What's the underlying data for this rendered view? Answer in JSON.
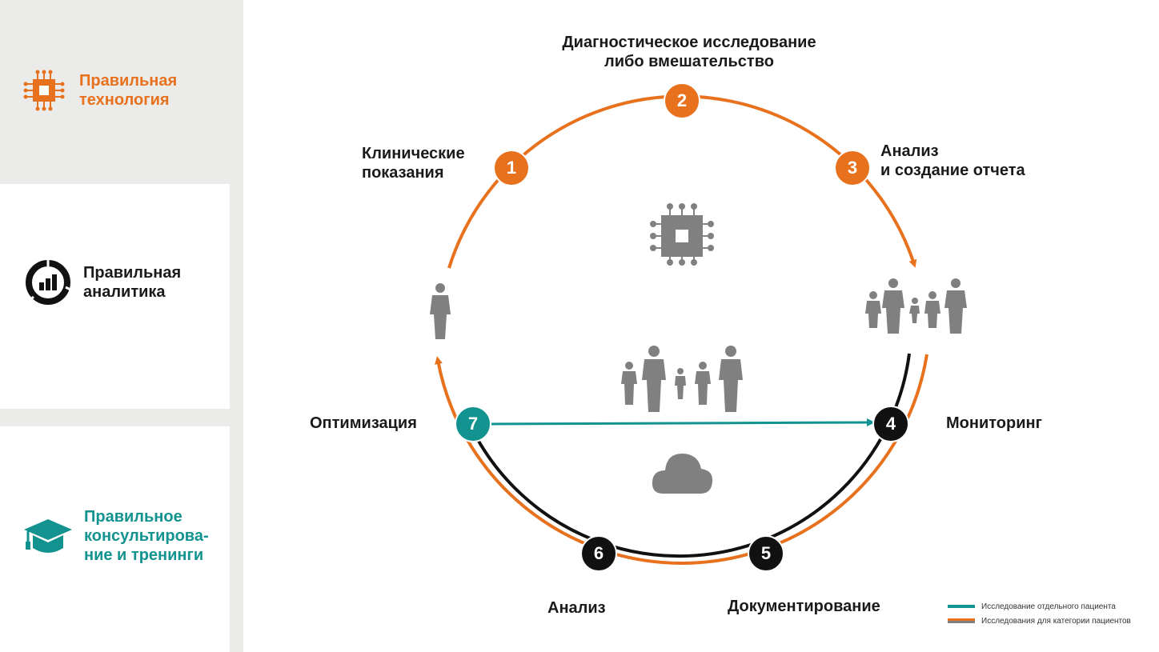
{
  "sidebar": {
    "items": [
      {
        "label": "Правильная\nтехнология",
        "color": "#e8711e",
        "icon": "chip-icon"
      },
      {
        "label": "Правильная\nаналитика",
        "color": "#1a1a1a",
        "icon": "analytics-icon"
      },
      {
        "label": "Правильное\nконсультирова-\nние и тренинги",
        "color": "#12938f",
        "icon": "graduation-cap-icon"
      }
    ]
  },
  "cycle": {
    "steps": [
      {
        "number": "1",
        "label": "Клинические\nпоказания"
      },
      {
        "number": "2",
        "label": "Диагностическое исследование\nлибо вмешательство"
      },
      {
        "number": "3",
        "label": "Анализ\nи создание отчета"
      },
      {
        "number": "4",
        "label": "Мониторинг"
      },
      {
        "number": "5",
        "label": "Документирование"
      },
      {
        "number": "6",
        "label": "Анализ"
      },
      {
        "number": "7",
        "label": "Оптимизация"
      }
    ],
    "center_icons": [
      "chip-icon",
      "people-group-icon",
      "cloud-icon"
    ]
  },
  "legend": {
    "items": [
      {
        "label": "Исследование отдельного пациента",
        "color": "#12938f"
      },
      {
        "label": "Исследования для категории пациентов",
        "color": "#e8711e",
        "second_color": "#808080"
      }
    ]
  },
  "colors": {
    "orange": "#e8711e",
    "teal": "#12938f",
    "black": "#111111",
    "gray": "#808080",
    "sidebar_bg": "#ebebea"
  }
}
